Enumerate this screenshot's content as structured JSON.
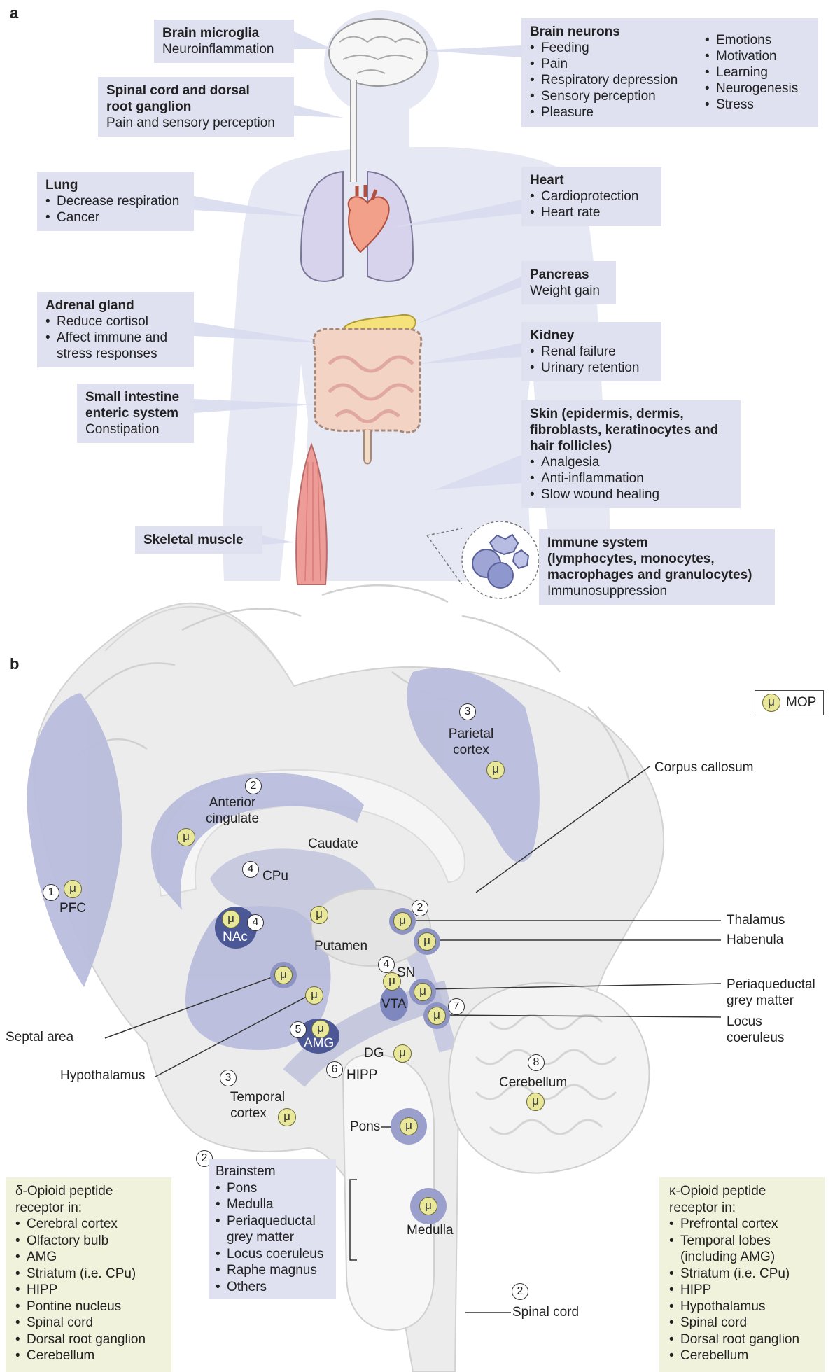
{
  "panel_a_label": "a",
  "panel_b_label": "b",
  "mu_symbol": "μ",
  "colors": {
    "label_box": "#dfe1f1",
    "silhouette": "#e6e8f4",
    "receptor_region": "#b9bddc",
    "receptor_dot": "#e8e79a",
    "yellow_box": "#f0f2dc"
  },
  "panel_a": {
    "brain_microglia": {
      "title": "Brain microglia",
      "text": "Neuroinflammation"
    },
    "brain_neurons": {
      "title": "Brain neurons",
      "col1": [
        "Feeding",
        "Pain",
        "Respiratory depression",
        "Sensory perception",
        "Pleasure"
      ],
      "col2": [
        "Emotions",
        "Motivation",
        "Learning",
        "Neurogenesis",
        "Stress"
      ]
    },
    "spinal": {
      "title1": "Spinal cord and dorsal",
      "title2": "root ganglion",
      "text": "Pain and sensory perception"
    },
    "lung": {
      "title": "Lung",
      "items": [
        "Decrease respiration",
        "Cancer"
      ]
    },
    "heart": {
      "title": "Heart",
      "items": [
        "Cardioprotection",
        "Heart rate"
      ]
    },
    "pancreas": {
      "title": "Pancreas",
      "text": "Weight gain"
    },
    "adrenal": {
      "title": "Adrenal gland",
      "items": [
        "Reduce cortisol",
        "Affect immune and stress responses"
      ]
    },
    "kidney": {
      "title": "Kidney",
      "items": [
        "Renal failure",
        "Urinary retention"
      ]
    },
    "intestine": {
      "title1": "Small intestine",
      "title2": "enteric system",
      "text": "Constipation"
    },
    "skin": {
      "title1": "Skin (epidermis, dermis,",
      "title2": "fibroblasts, keratinocytes and",
      "title3": "hair follicles)",
      "items": [
        "Analgesia",
        "Anti-inflammation",
        "Slow wound healing"
      ]
    },
    "muscle": {
      "title": "Skeletal muscle"
    },
    "immune": {
      "title1": "Immune system",
      "title2": "(lymphocytes, monocytes,",
      "title3": "macrophages and granulocytes)",
      "text": "Immunosuppression"
    }
  },
  "panel_b": {
    "legend": "MOP",
    "labels": {
      "pfc": "PFC",
      "anterior_cingulate_1": "Anterior",
      "anterior_cingulate_2": "cingulate",
      "parietal_1": "Parietal",
      "parietal_2": "cortex",
      "caudate": "Caudate",
      "cpu": "CPu",
      "nac": "NAc",
      "putamen": "Putamen",
      "sn": "SN",
      "vta": "VTA",
      "amg": "AMG",
      "dg": "DG",
      "hipp": "HIPP",
      "temporal_1": "Temporal",
      "temporal_2": "cortex",
      "cerebellum": "Cerebellum",
      "pons": "Pons",
      "medulla": "Medulla",
      "spinal_cord": "Spinal cord",
      "corpus_callosum": "Corpus callosum",
      "thalamus": "Thalamus",
      "habenula": "Habenula",
      "pag_1": "Periaqueductal",
      "pag_2": "grey matter",
      "lc_1": "Locus",
      "lc_2": "coeruleus",
      "septal": "Septal area",
      "hypothalamus": "Hypothalamus"
    },
    "numbers": {
      "pfc": "1",
      "anterior_cingulate": "2",
      "parietal": "3",
      "cpu": "4",
      "nac": "4",
      "thalamus": "2",
      "sn": "4",
      "lc": "7",
      "amg": "5",
      "hipp": "6",
      "temporal": "3",
      "cerebellum": "8",
      "brainstem": "2",
      "spinal_cord": "2"
    },
    "brainstem": {
      "title": "Brainstem",
      "items": [
        "Pons",
        "Medulla",
        "Periaqueductal grey matter",
        "Locus coeruleus",
        "Raphe magnus",
        "Others"
      ]
    },
    "delta": {
      "title1": "δ-Opioid peptide",
      "title2": "receptor in:",
      "items": [
        "Cerebral cortex",
        "Olfactory bulb",
        "AMG",
        "Striatum (i.e. CPu)",
        "HIPP",
        "Pontine nucleus",
        "Spinal cord",
        "Dorsal root ganglion",
        "Cerebellum"
      ]
    },
    "kappa": {
      "title1": "κ-Opioid peptide",
      "title2": "receptor in:",
      "items": [
        "Prefrontal cortex",
        "Temporal lobes",
        "(including AMG)",
        "Striatum (i.e. CPu)",
        "HIPP",
        "Hypothalamus",
        "Spinal cord",
        "Dorsal root ganglion",
        "Cerebellum"
      ]
    }
  }
}
